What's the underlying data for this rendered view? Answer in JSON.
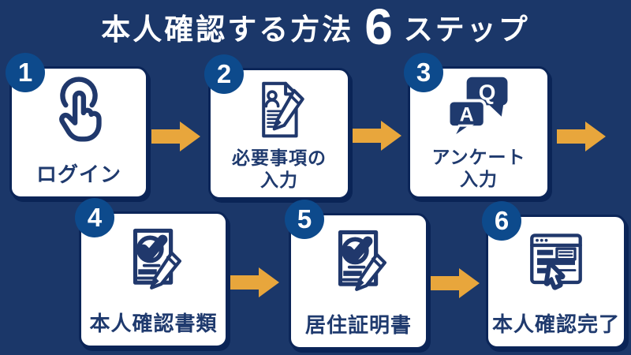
{
  "title": {
    "prefix": "本人確認する方法",
    "number": "6",
    "suffix": "ステップ"
  },
  "colors": {
    "background": "#1B3769",
    "card_fill": "#FFFFFF",
    "card_border": "#0B2558",
    "badge_fill": "#0D4A8C",
    "icon_and_label_navy": "#1F3A6E",
    "arrow_gold": "#E8A63C",
    "title_text": "#FFFFFF"
  },
  "steps": [
    {
      "number": "1",
      "label_line1": "ログイン",
      "label_line2": "",
      "icon": "tap-icon"
    },
    {
      "number": "2",
      "label_line1": "必要事項の",
      "label_line2": "入力",
      "icon": "form-pencil-icon"
    },
    {
      "number": "3",
      "label_line1": "アンケート",
      "label_line2": "入力",
      "icon": "qa-bubbles-icon",
      "bubble_q": "Q",
      "bubble_a": "A"
    },
    {
      "number": "4",
      "label_line1": "本人確認書類",
      "label_line2": "",
      "icon": "document-check-pencil-icon"
    },
    {
      "number": "5",
      "label_line1": "居住証明書",
      "label_line2": "",
      "icon": "document-check-pencil-icon"
    },
    {
      "number": "6",
      "label_line1": "本人確認完了",
      "label_line2": "",
      "icon": "browser-cursor-icon"
    }
  ]
}
